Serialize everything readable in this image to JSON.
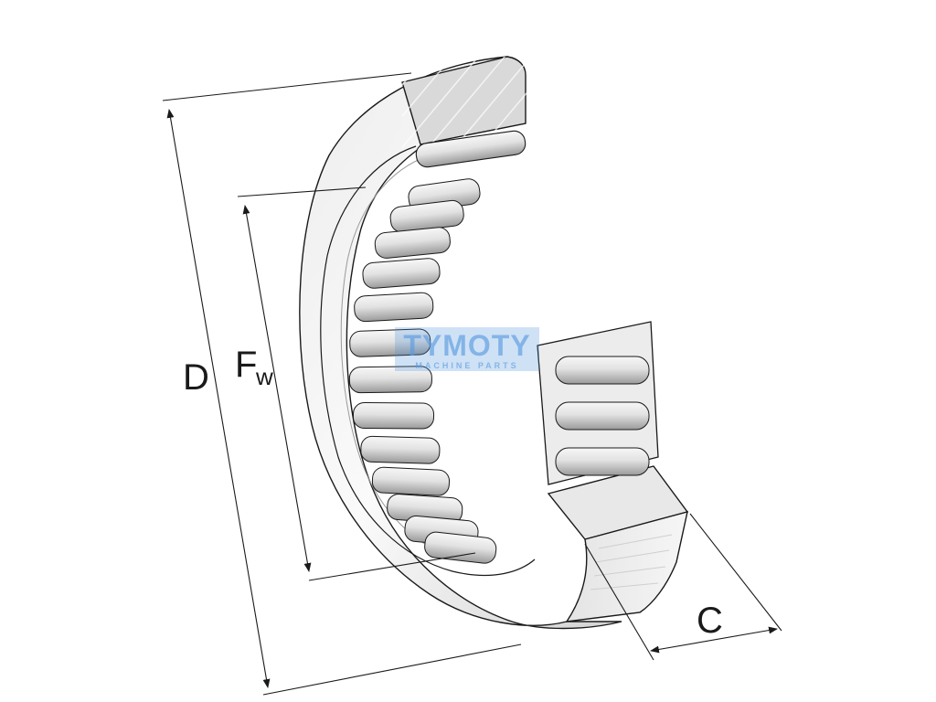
{
  "labels": {
    "outer_diameter": "D",
    "raceway_main": "F",
    "raceway_sub": "w",
    "width": "C"
  },
  "watermark": {
    "brand": "TYMOTY",
    "tagline": "MACHINE PARTS",
    "color": "#4a90d9"
  },
  "colors": {
    "ring_light": "#f2f2f2",
    "ring_mid": "#dcdcdc",
    "ring_dark": "#bdbdbd",
    "line": "#1a1a1a",
    "roller": "#d8d8d8"
  }
}
